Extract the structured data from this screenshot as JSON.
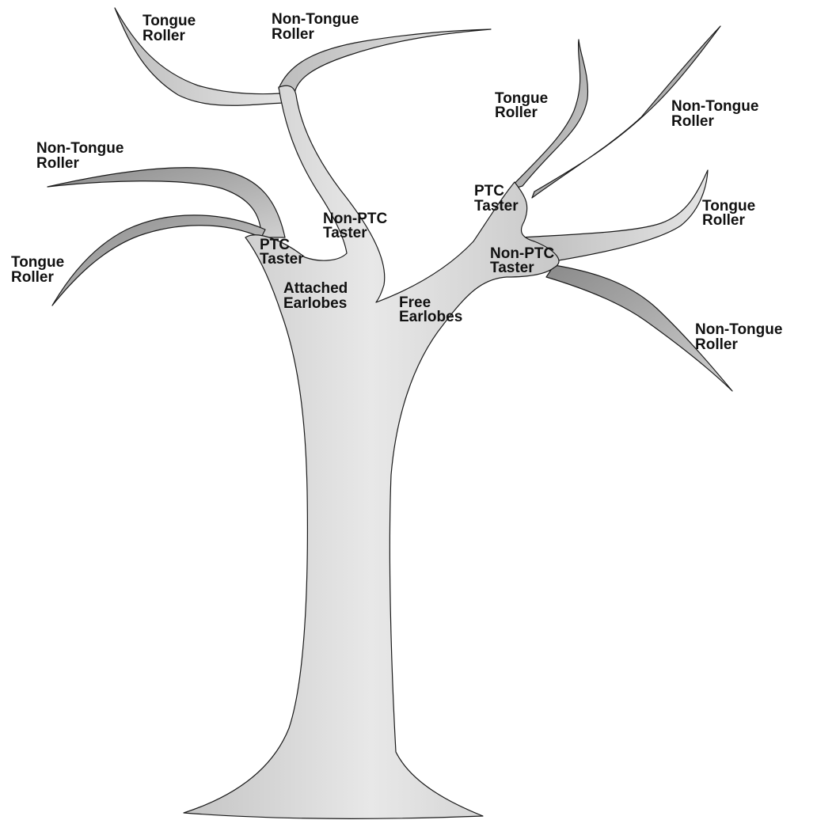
{
  "colors": {
    "fill_light": "#e6e6e6",
    "fill_mid": "#cfcfcf",
    "fill_dark": "#9a9a9a",
    "stroke": "#1a1a1a",
    "text": "#111111"
  },
  "trunk": {
    "left": {
      "line1": "Attached",
      "line2": "Earlobes"
    },
    "right": {
      "line1": "Free",
      "line2": "Earlobes"
    }
  },
  "left_subtree": {
    "upper": {
      "label": {
        "line1": "Non-PTC",
        "line2": "Taster"
      },
      "branch_a": {
        "line1": "Tongue",
        "line2": "Roller"
      },
      "branch_b": {
        "line1": "Non-Tongue",
        "line2": "Roller"
      }
    },
    "lower": {
      "label": {
        "line1": "PTC",
        "line2": "Taster"
      },
      "branch_a": {
        "line1": "Non-Tongue",
        "line2": "Roller"
      },
      "branch_b": {
        "line1": "Tongue",
        "line2": "Roller"
      }
    }
  },
  "right_subtree": {
    "upper": {
      "label": {
        "line1": "PTC",
        "line2": "Taster"
      },
      "branch_a": {
        "line1": "Tongue",
        "line2": "Roller"
      },
      "branch_b": {
        "line1": "Non-Tongue",
        "line2": "Roller"
      }
    },
    "lower": {
      "label": {
        "line1": "Non-PTC",
        "line2": "Taster"
      },
      "branch_a": {
        "line1": "Tongue",
        "line2": "Roller"
      },
      "branch_b": {
        "line1": "Non-Tongue",
        "line2": "Roller"
      }
    }
  }
}
